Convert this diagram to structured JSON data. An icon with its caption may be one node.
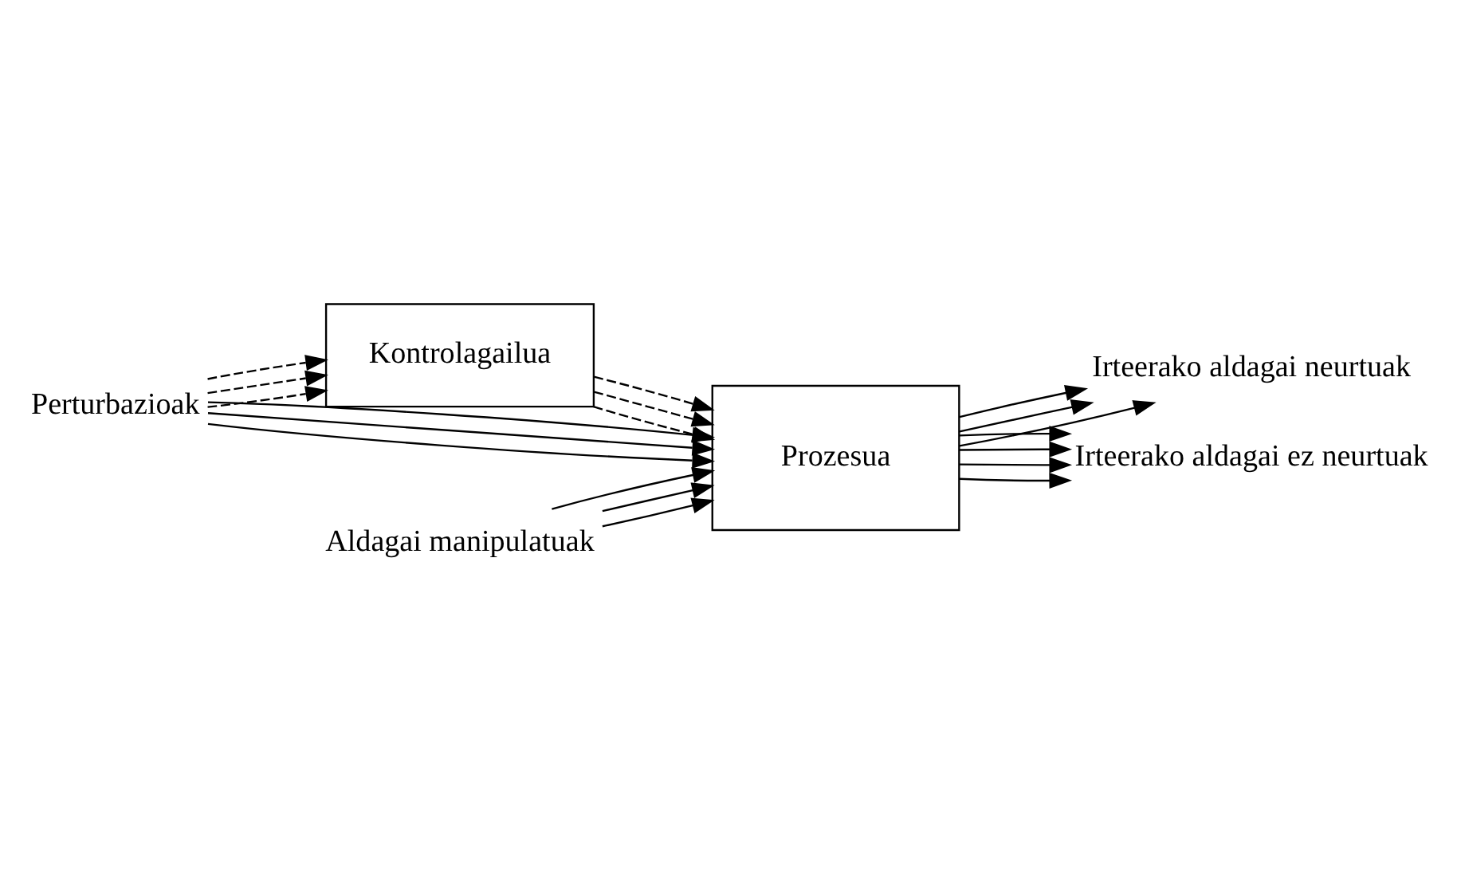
{
  "diagram": {
    "nodes": [
      {
        "text": [
          "Kontrolagailua"
        ]
      },
      {
        "text": [
          "Prozesua"
        ]
      },
      {
        "text": [
          "Perturbazioak"
        ]
      },
      {
        "text": [
          "Aldagai manipulatuak"
        ]
      },
      {
        "text": [
          "Irteerako aldagai neurtuak"
        ]
      },
      {
        "text": [
          "Irteerako aldagai ez neurtuak"
        ]
      }
    ],
    "edges": [
      {
        "from": 2,
        "to": 1,
        "arrow": "to"
      },
      {
        "from": 2,
        "to": 1,
        "arrow": "to"
      },
      {
        "from": 2,
        "to": 1,
        "arrow": "to"
      },
      {
        "from": 2,
        "to": 0,
        "arrow": "to",
        "style": "dashed"
      },
      {
        "from": 2,
        "to": 0,
        "arrow": "to",
        "style": "dashed"
      },
      {
        "from": 2,
        "to": 0,
        "arrow": "to",
        "style": "dashed"
      },
      {
        "from": 0,
        "to": 1,
        "arrow": "to",
        "style": "dashed"
      },
      {
        "from": 0,
        "to": 1,
        "arrow": "to",
        "style": "dashed"
      },
      {
        "from": 0,
        "to": 1,
        "arrow": "to",
        "style": "dashed"
      },
      {
        "from": 3,
        "to": 1,
        "arrow": "to"
      },
      {
        "from": 3,
        "to": 1,
        "arrow": "to"
      },
      {
        "from": 3,
        "to": 1,
        "arrow": "to"
      },
      {
        "from": 1,
        "to": 4,
        "arrow": "to"
      },
      {
        "from": 1,
        "to": 4,
        "arrow": "to"
      },
      {
        "from": 1,
        "to": 4,
        "arrow": "to"
      },
      {
        "from": 1,
        "to": 5,
        "arrow": "to"
      },
      {
        "from": 1,
        "to": 5,
        "arrow": "to"
      },
      {
        "from": 1,
        "to": 5,
        "arrow": "to"
      },
      {
        "from": 1,
        "to": 5,
        "arrow": "to"
      }
    ]
  }
}
